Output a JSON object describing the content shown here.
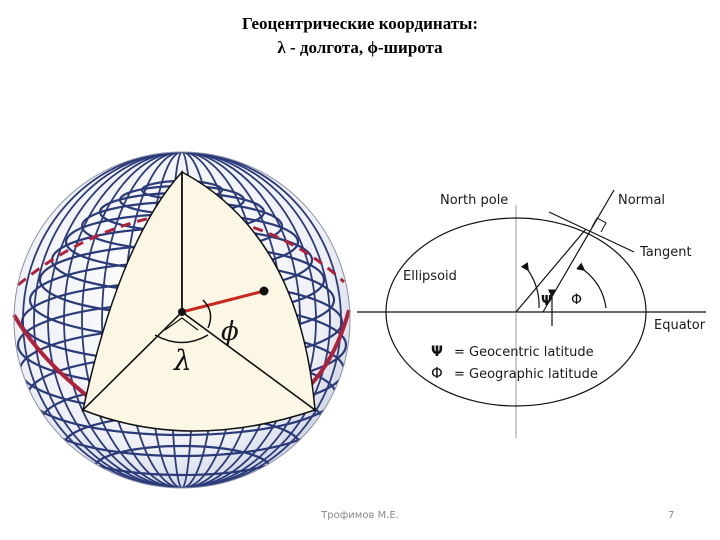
{
  "title": {
    "line1": "Геоцентрические координаты:",
    "line2": "λ - долгота, ϕ-широта"
  },
  "globe": {
    "lambda_symbol": "λ",
    "phi_symbol": "ϕ",
    "grid_color": "#2b3a78",
    "equator_color": "#b0223a",
    "wedge_fill": "#fbf7e4"
  },
  "ellipse_diagram": {
    "north_pole": "North pole",
    "normal": "Normal",
    "tangent": "Tangent",
    "ellipsoid": "Ellipsoid",
    "equator": "Equator",
    "psi_symbol": "Ψ",
    "phi_symbol": "Φ",
    "legend": [
      {
        "symbol": "Ψ",
        "text": "= Geocentric latitude"
      },
      {
        "symbol": "Φ",
        "text": "= Geographic latitude"
      }
    ]
  },
  "footer": {
    "author": "Трофимов М.Е.",
    "page": "7"
  }
}
